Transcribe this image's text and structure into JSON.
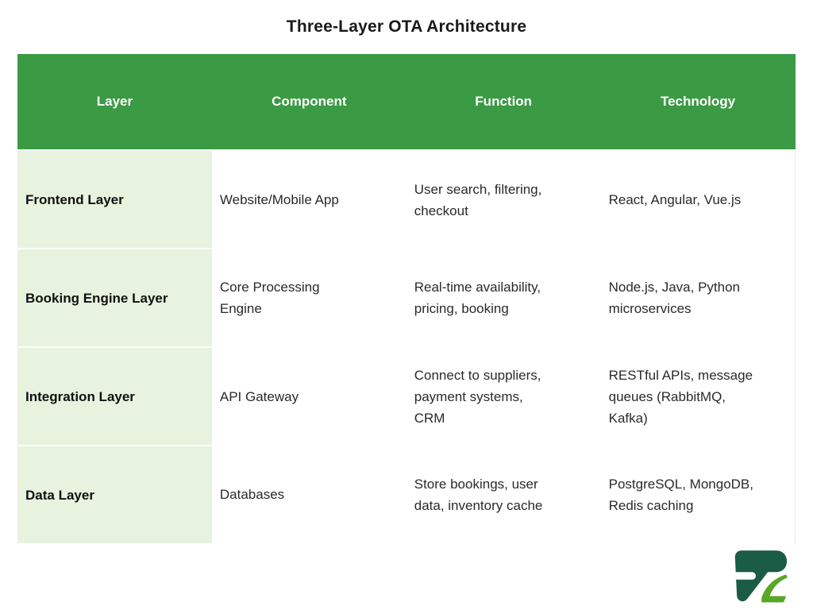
{
  "title": "Three-Layer OTA Architecture",
  "table": {
    "columns": [
      "Layer",
      "Component",
      "Function",
      "Technology"
    ],
    "rows": [
      {
        "layer": "Frontend Layer",
        "component": "Website/Mobile App",
        "function": "User search, filtering,\ncheckout",
        "technology": "React, Angular, Vue.js"
      },
      {
        "layer": "Booking Engine Layer",
        "component": "Core Processing\nEngine",
        "function": "Real-time availability,\npricing, booking",
        "technology": "Node.js, Java, Python\nmicroservices"
      },
      {
        "layer": "Integration Layer",
        "component": "API Gateway",
        "function": "Connect to suppliers,\npayment systems,\nCRM",
        "technology": "RESTful APIs, message\nqueues (RabbitMQ,\nKafka)"
      },
      {
        "layer": "Data Layer",
        "component": "Databases",
        "function": "Store bookings, user\ndata, inventory cache",
        "technology": "PostgreSQL, MongoDB,\nRedis caching"
      }
    ]
  },
  "colors": {
    "header_green": "#3b9a44",
    "row_tint_green": "#e7f3df",
    "logo_dark": "#1a5c45",
    "logo_light": "#58a727"
  }
}
